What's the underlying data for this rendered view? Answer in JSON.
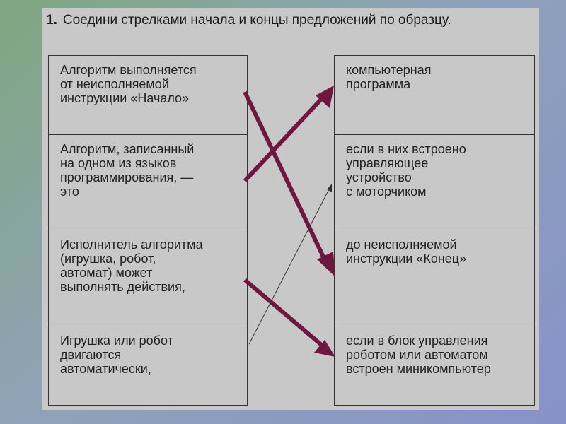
{
  "task": {
    "number": "1.",
    "text": "Соедини стрелками начала и концы предложений по образцу."
  },
  "left_cells": [
    "Алгоритм выполняется\nот неисполняемой\nинструкции «Начало»",
    "Алгоритм, записанный\nна одном из языков\nпрограммирования, —\nэто",
    "Исполнитель алгоритма\n(игрушка, робот,\nавтомат) может\nвыполнять действия,",
    "Игрушка или робот\nдвигаются\nавтоматически,"
  ],
  "right_cells": [
    "компьютерная\nпрограмма",
    "если в них встроено\nуправляющее\nустройство\nс моторчиком",
    "до неисполняемой\nинструкции «Конец»",
    "если в блок управления\nроботом или автоматом\nвстроен миникомпьютер"
  ],
  "colors": {
    "arrow": "#6e1840",
    "thin_arrow": "#333333",
    "panel": "#c8c8c8"
  }
}
